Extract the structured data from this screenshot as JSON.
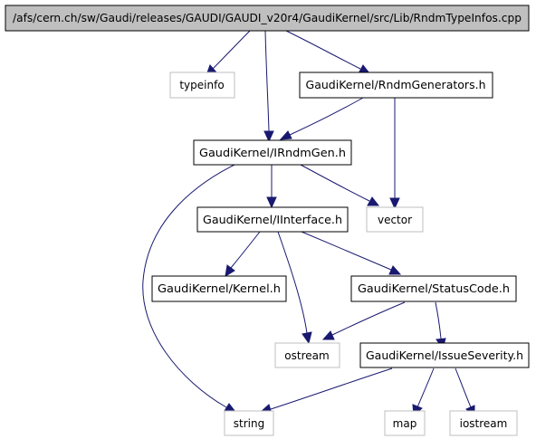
{
  "graph": {
    "colors": {
      "edge": "#191970",
      "root_fill": "#bfbfbf",
      "node_border": "#000000",
      "external_border": "#bfbfbf",
      "text": "#000000"
    },
    "nodes": {
      "root": {
        "label": "/afs/cern.ch/sw/Gaudi/releases/GAUDI/GAUDI_v20r4/GaudiKernel/src/Lib/RndmTypeInfos.cpp",
        "kind": "root"
      },
      "typeinfo": {
        "label": "typeinfo",
        "kind": "external"
      },
      "rndmgen": {
        "label": "GaudiKernel/RndmGenerators.h",
        "kind": "header"
      },
      "irndmgen": {
        "label": "GaudiKernel/IRndmGen.h",
        "kind": "header"
      },
      "vector": {
        "label": "vector",
        "kind": "external"
      },
      "iinterface": {
        "label": "GaudiKernel/IInterface.h",
        "kind": "header"
      },
      "kernel": {
        "label": "GaudiKernel/Kernel.h",
        "kind": "header"
      },
      "statuscode": {
        "label": "GaudiKernel/StatusCode.h",
        "kind": "header"
      },
      "ostream": {
        "label": "ostream",
        "kind": "external"
      },
      "issueseverity": {
        "label": "GaudiKernel/IssueSeverity.h",
        "kind": "header"
      },
      "string": {
        "label": "string",
        "kind": "external"
      },
      "map": {
        "label": "map",
        "kind": "external"
      },
      "iostream": {
        "label": "iostream",
        "kind": "external"
      }
    },
    "edges": [
      {
        "from": "root",
        "to": "typeinfo"
      },
      {
        "from": "root",
        "to": "irndmgen"
      },
      {
        "from": "root",
        "to": "rndmgen"
      },
      {
        "from": "rndmgen",
        "to": "irndmgen"
      },
      {
        "from": "rndmgen",
        "to": "vector"
      },
      {
        "from": "irndmgen",
        "to": "string"
      },
      {
        "from": "irndmgen",
        "to": "vector"
      },
      {
        "from": "irndmgen",
        "to": "iinterface"
      },
      {
        "from": "iinterface",
        "to": "kernel"
      },
      {
        "from": "iinterface",
        "to": "ostream"
      },
      {
        "from": "iinterface",
        "to": "statuscode"
      },
      {
        "from": "statuscode",
        "to": "ostream"
      },
      {
        "from": "statuscode",
        "to": "issueseverity"
      },
      {
        "from": "issueseverity",
        "to": "string"
      },
      {
        "from": "issueseverity",
        "to": "map"
      },
      {
        "from": "issueseverity",
        "to": "iostream"
      }
    ]
  }
}
